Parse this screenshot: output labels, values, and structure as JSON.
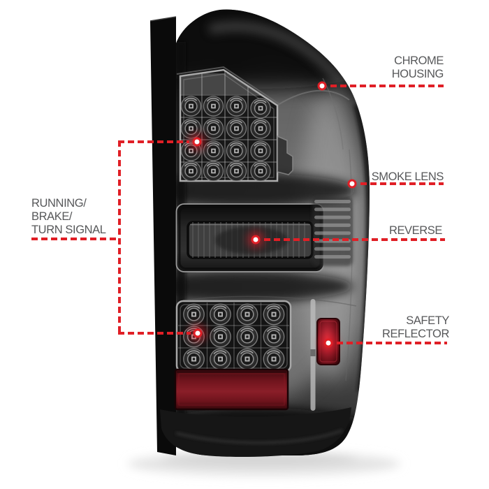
{
  "colors": {
    "background": "#ffffff",
    "accent_red": "#e01f26",
    "label_gray": "#57585a",
    "reflector_red": "#8a1e28",
    "housing_black": "#1a1a1a"
  },
  "callouts": {
    "chrome_housing": {
      "line1": "CHROME",
      "line2": "HOUSING"
    },
    "smoke_lens": {
      "line1": "SMOKE LENS"
    },
    "reverse": {
      "line1": "REVERSE"
    },
    "safety_reflector": {
      "line1": "SAFETY",
      "line2": "REFLECTOR"
    },
    "running_brake_turn_signal": {
      "line1": "RUNNING/",
      "line2": "BRAKE/",
      "line3": "TURN SIGNAL"
    }
  }
}
